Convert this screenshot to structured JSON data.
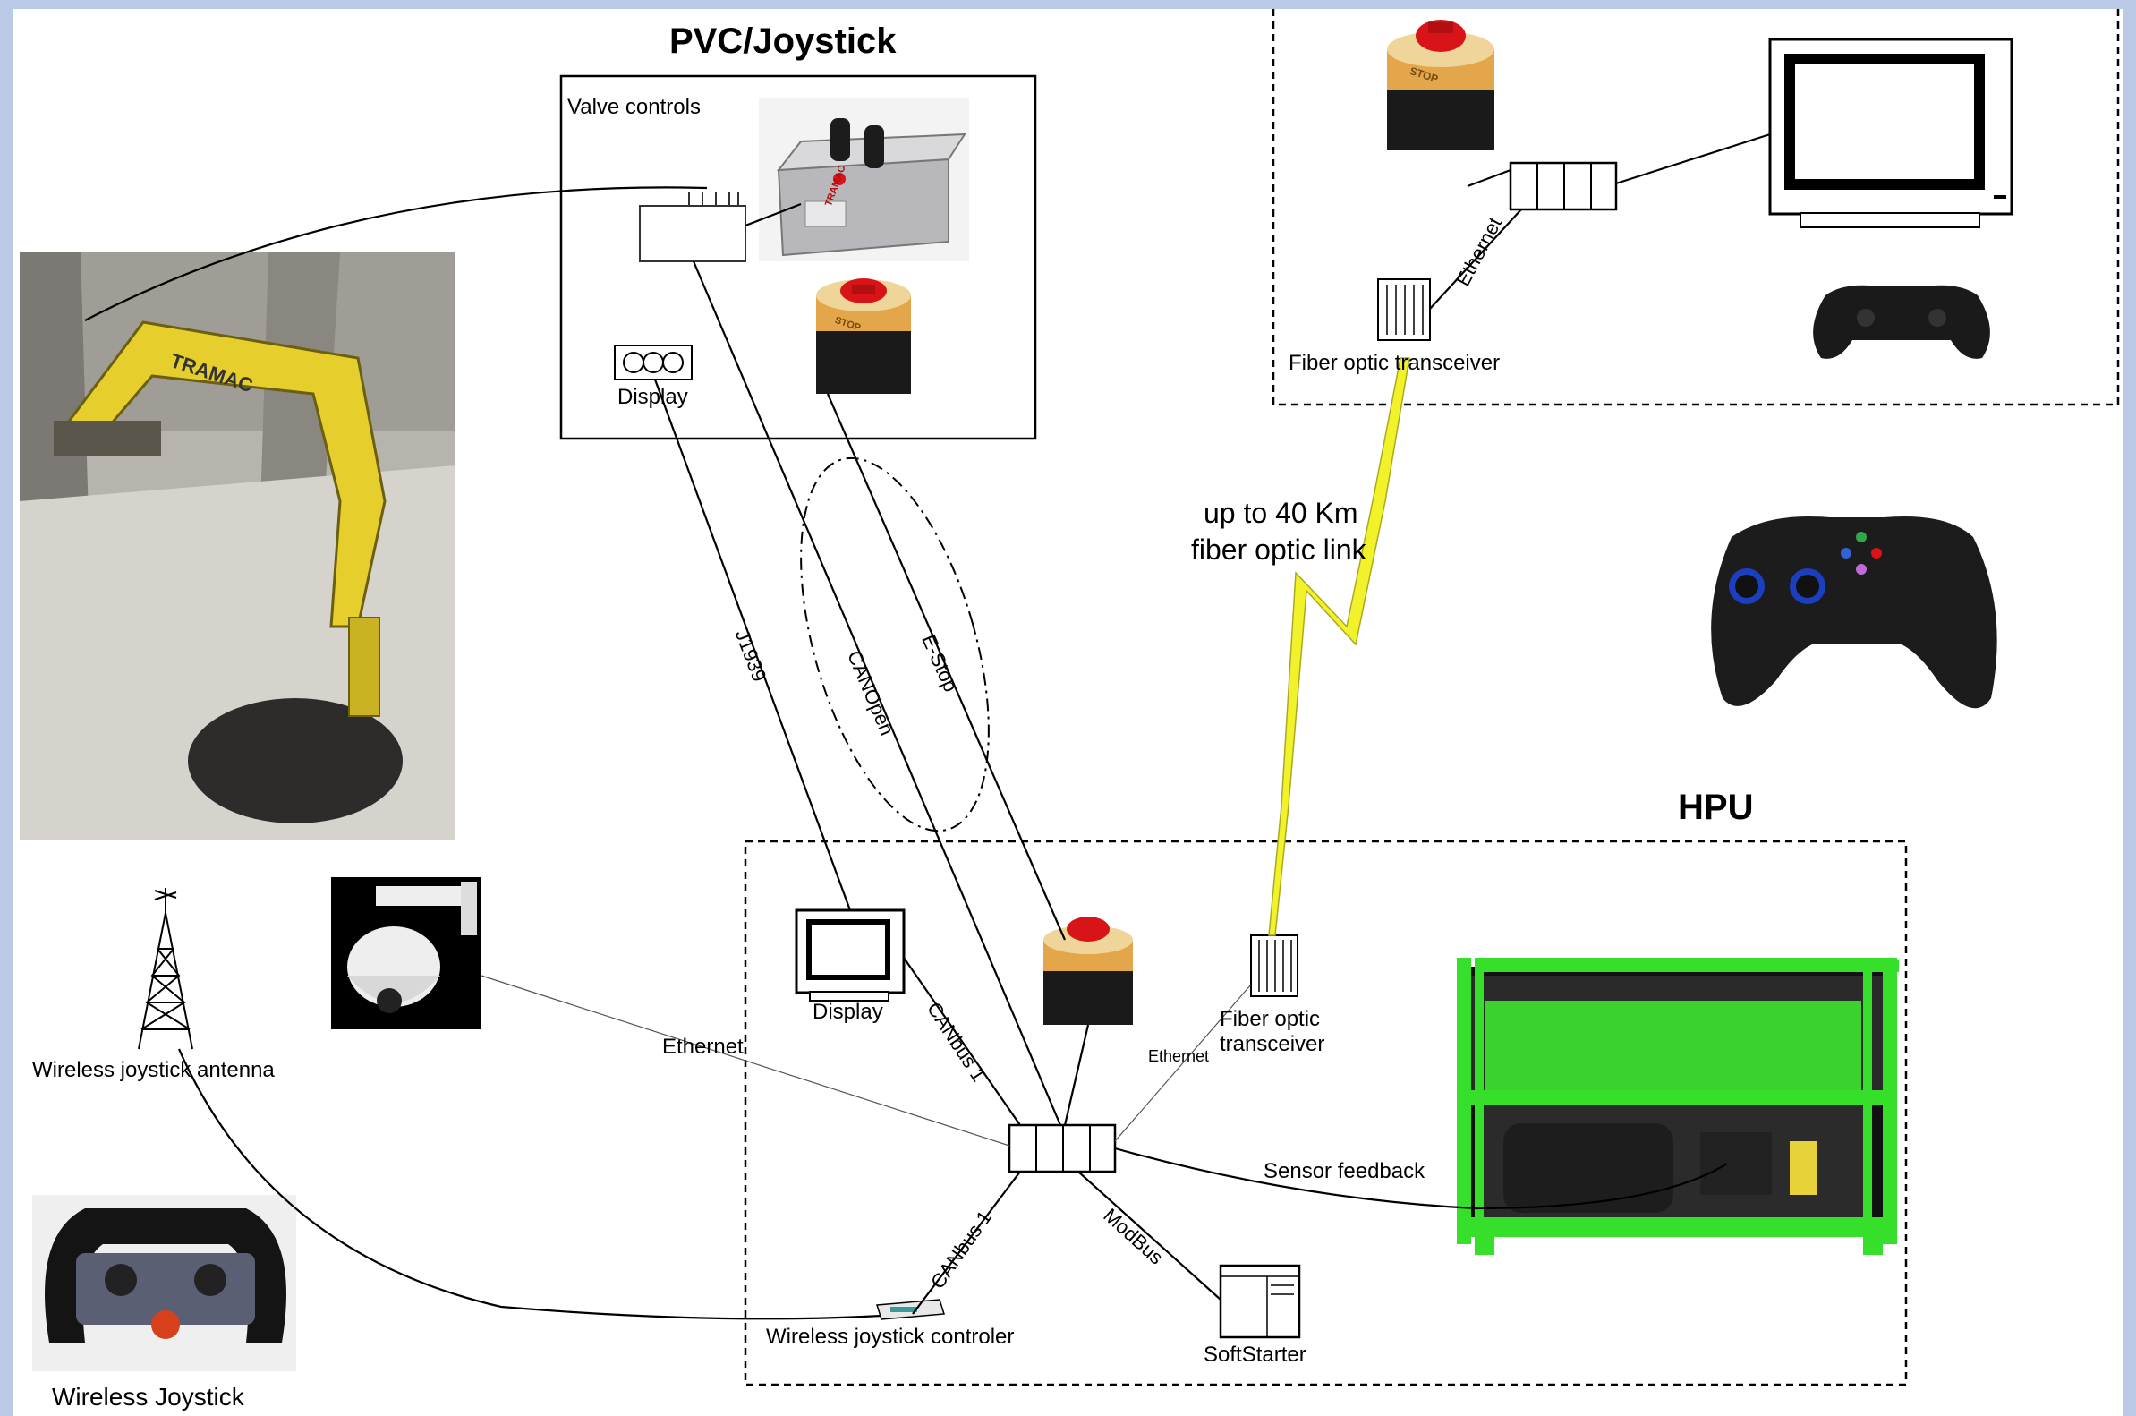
{
  "titles": {
    "pvc": "PVC/Joystick",
    "hpu": "HPU"
  },
  "labels": {
    "valve_controls": "Valve controls",
    "display_top": "Display",
    "display_hpu": "Display",
    "fiber_top": "Fiber optic transceiver",
    "fiber_hpu_line1": "Fiber optic",
    "fiber_hpu_line2": "transceiver",
    "link_line1": "up to 40 Km",
    "link_line2": "fiber optic link",
    "antenna": "Wireless joystick antenna",
    "wireless_joystick": "Wireless Joystick",
    "wireless_controller": "Wireless joystick controler",
    "softstarter": "SoftStarter",
    "sensor_feedback": "Sensor feedback",
    "ethernet_main": "Ethernet",
    "ethernet_small": "Ethernet",
    "ethernet_top": "Ethernet",
    "j1939": "J1939",
    "canopen": "CANOpen",
    "estop": "E-Stop",
    "canbus1_upper": "CANbus 1",
    "canbus1_lower": "CANbus 1",
    "modbus": "ModBus",
    "tramac": "TRAMAC",
    "stop": "STOP"
  },
  "colors": {
    "frame": "#b9c9e6",
    "fiber_link": "#f2f22a",
    "hpu_green": "#36e02a",
    "estop_red": "#d81418",
    "machine_yellow": "#e8d23a"
  },
  "icons": [
    "excavator-photo",
    "joystick-box-icon",
    "estop-icon",
    "monitor-icon",
    "network-switch-icon",
    "fiber-transceiver-icon",
    "gamepad-icon",
    "ptz-camera-icon",
    "antenna-tower-icon",
    "wireless-joystick-icon",
    "softstarter-icon",
    "hpu-unit-icon",
    "lightning-link-icon"
  ]
}
